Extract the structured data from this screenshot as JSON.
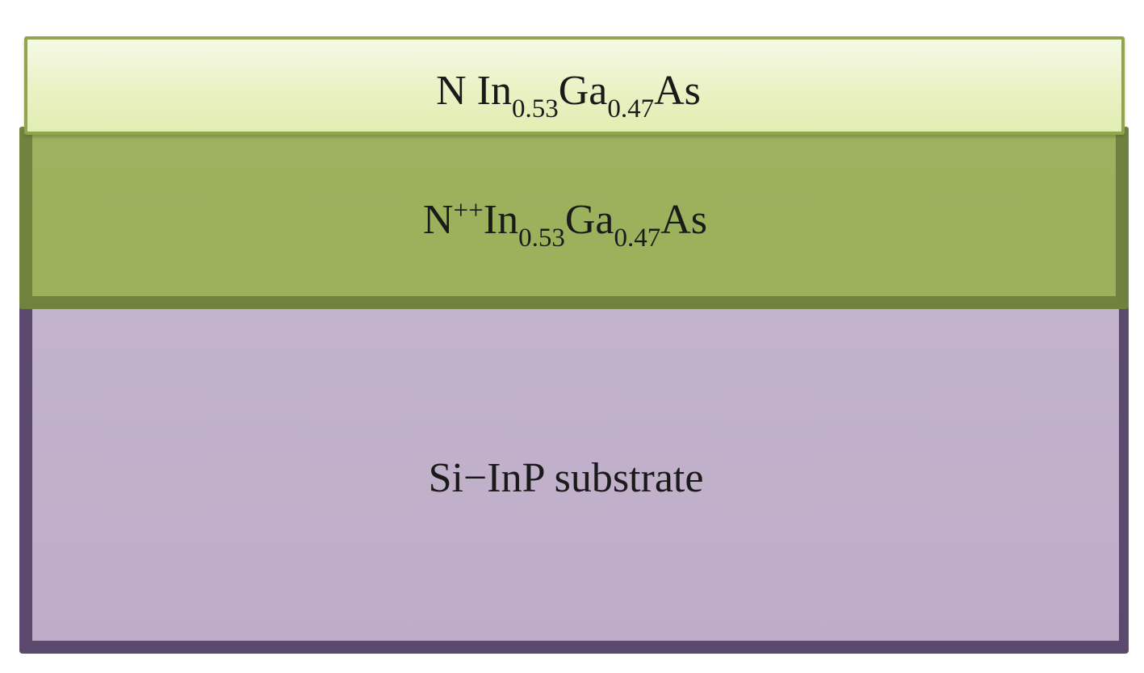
{
  "layers": {
    "top": {
      "prefix": "N ",
      "element1": "In",
      "sub1": "0.53",
      "element2": "Ga",
      "sub2": "0.47",
      "element3": "As",
      "fill_color": "#e9f1c4",
      "border_color": "#8fa64c"
    },
    "doped": {
      "prefix": "N",
      "doping": "++",
      "element1": "In",
      "sub1": "0.53",
      "element2": "Ga",
      "sub2": "0.47",
      "element3": "As",
      "fill_color": "#9db15e",
      "border_color": "#71833f"
    },
    "substrate": {
      "label": "Si−InP substrate",
      "fill_color": "#c0b0ca",
      "border_color": "#5b4a6d"
    }
  }
}
